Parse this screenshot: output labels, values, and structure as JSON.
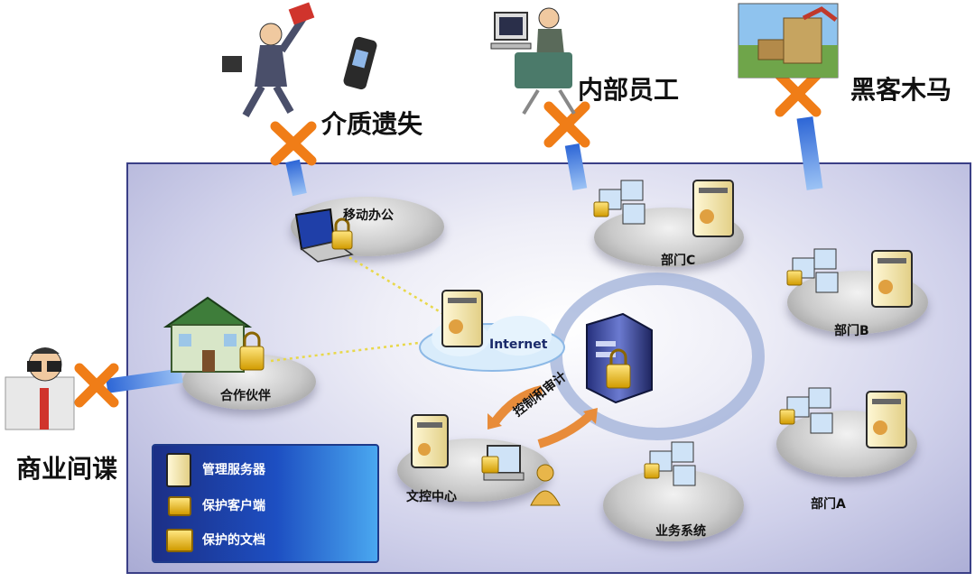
{
  "threats": {
    "media_loss": "介质遗失",
    "insider": "内部员工",
    "trojan": "黑客木马",
    "espionage": "商业间谍"
  },
  "nodes": {
    "mobile_office": "移动办公",
    "partner": "合作伙伴",
    "internet": "Internet",
    "dept_c": "部门C",
    "dept_b": "部门B",
    "dept_a": "部门A",
    "doc_center": "文控中心",
    "biz_system": "业务系统",
    "control_audit": "控制和审计"
  },
  "legend": {
    "items": [
      "管理服务器",
      "保护客户端",
      "保护的文档"
    ]
  },
  "colors": {
    "zone_border": "#3a3f86",
    "arrow_blue": "#4a7fd6",
    "cross_orange": "#f07d17",
    "legend_blue": "#1d4fc2",
    "link_yellow": "#e8d84a"
  }
}
